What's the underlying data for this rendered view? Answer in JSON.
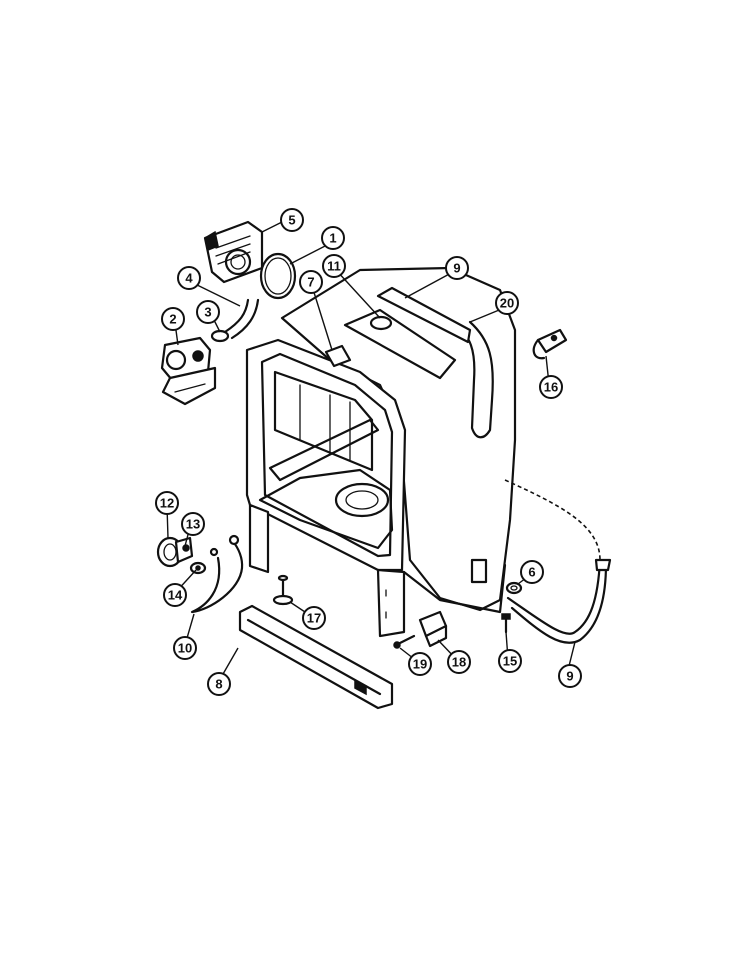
{
  "callouts": [
    {
      "key": "c1",
      "label": "1"
    },
    {
      "key": "c2",
      "label": "2"
    },
    {
      "key": "c3",
      "label": "3"
    },
    {
      "key": "c4",
      "label": "4"
    },
    {
      "key": "c5",
      "label": "5"
    },
    {
      "key": "c6",
      "label": "6"
    },
    {
      "key": "c7",
      "label": "7"
    },
    {
      "key": "c8",
      "label": "8"
    },
    {
      "key": "c9a",
      "label": "9"
    },
    {
      "key": "c9b",
      "label": "9"
    },
    {
      "key": "c10",
      "label": "10"
    },
    {
      "key": "c11",
      "label": "11"
    },
    {
      "key": "c12",
      "label": "12"
    },
    {
      "key": "c13",
      "label": "13"
    },
    {
      "key": "c14",
      "label": "14"
    },
    {
      "key": "c15",
      "label": "15"
    },
    {
      "key": "c16",
      "label": "16"
    },
    {
      "key": "c17",
      "label": "17"
    },
    {
      "key": "c18",
      "label": "18"
    },
    {
      "key": "c19",
      "label": "19"
    },
    {
      "key": "c20",
      "label": "20"
    }
  ]
}
